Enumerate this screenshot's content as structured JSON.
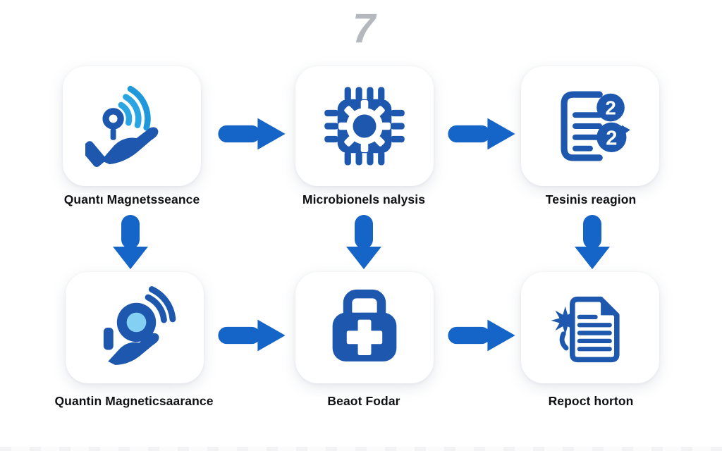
{
  "page": {
    "step_number": "7"
  },
  "colors": {
    "icon_blue": "#1d58ae",
    "arrow_blue": "#1564c8",
    "signal_light_blue": "#2aa4e2",
    "sensor_pale_blue": "#84d0f2",
    "number_gray": "#b5b8bc",
    "label_color": "#101114",
    "card_background": "#ffffff",
    "page_background": "#ffffff"
  },
  "steps": [
    {
      "label": "Quantı Magnetsseance",
      "icon": "hand-signal-key-icon"
    },
    {
      "label": "Microbionels nalysis",
      "icon": "chip-gear-icon"
    },
    {
      "label": "Tesinis reagion",
      "icon": "document-badges-icon",
      "badges": [
        "2",
        "2"
      ]
    },
    {
      "label": "Quantin Magneticsaarance",
      "icon": "hand-sensor-icon"
    },
    {
      "label": "Beaot Fodar",
      "icon": "medical-bag-icon"
    },
    {
      "label": "Repoct horton",
      "icon": "report-starburst-icon"
    }
  ]
}
